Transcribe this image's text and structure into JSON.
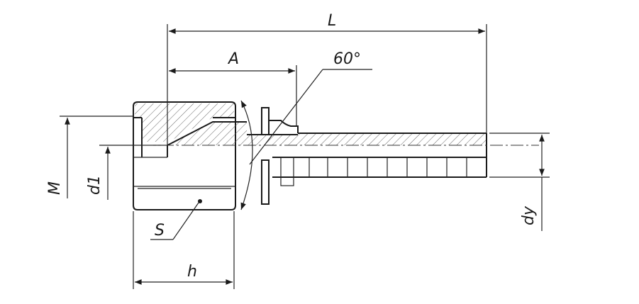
{
  "labels": {
    "L": "L",
    "A": "A",
    "angle": "60°",
    "M": "M",
    "d1": "d1",
    "S": "S",
    "h": "h",
    "dy": "dy"
  },
  "colors": {
    "line": "#1a1a1a",
    "hatch": "#555555",
    "background": "#ffffff"
  }
}
